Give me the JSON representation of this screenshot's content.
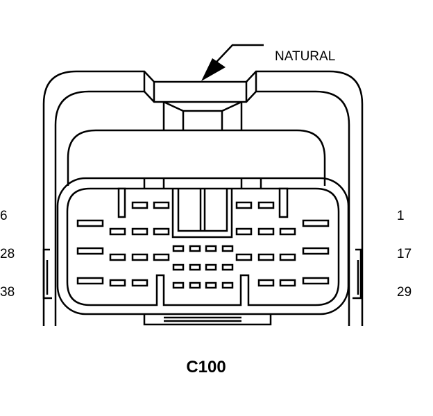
{
  "diagram": {
    "connector_id": "C100",
    "color_callout": "NATURAL",
    "pin_labels": {
      "left_top": "6",
      "left_middle": "28",
      "left_bottom": "38",
      "right_top": "1",
      "right_middle": "17",
      "right_bottom": "29"
    },
    "pin_count": 38
  }
}
